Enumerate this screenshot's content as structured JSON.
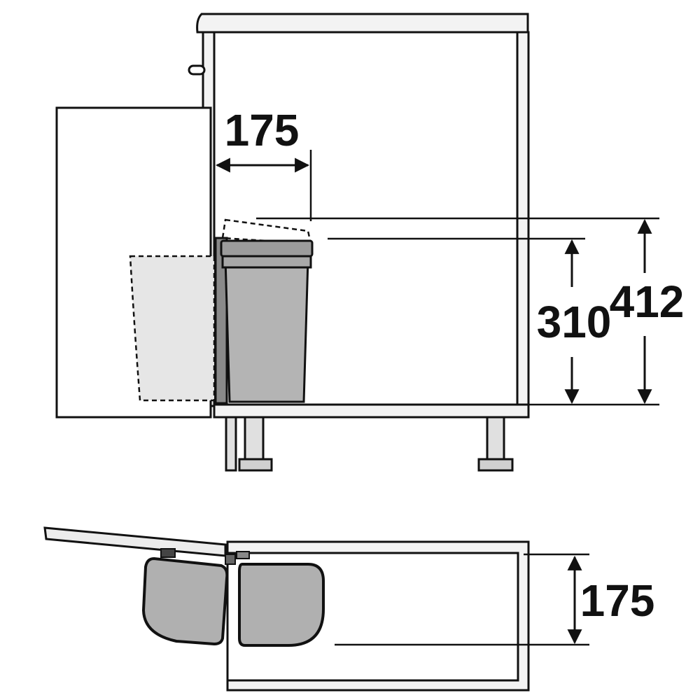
{
  "dimensions": {
    "side_depth": "175",
    "inner_height": "310",
    "total_height": "412",
    "top_depth": "175"
  },
  "colors": {
    "outline": "#111111",
    "panel_fill": "#f3f3f3",
    "bin_fill": "#b4b4b4",
    "bin_ghost_fill": "#e6e6e6",
    "dark_part": "#555555"
  }
}
